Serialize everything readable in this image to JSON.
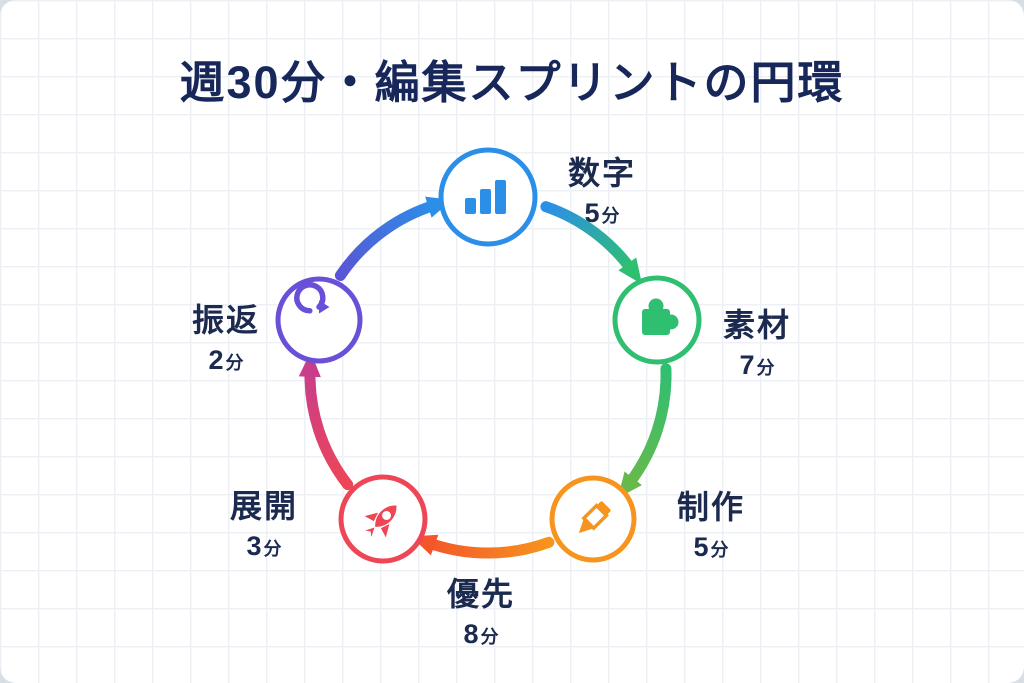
{
  "title": "週30分・編集スプリントの円環",
  "colors": {
    "background_outer": "#d8dee6",
    "card": "#ffffff",
    "grid_line": "#edf1f6",
    "title_text": "#17275a",
    "label_text": "#1b2a4e",
    "blue": "#2b8fe8",
    "green": "#2fbf71",
    "orange": "#f7941d",
    "deep_orange": "#f3562b",
    "red": "#ee4655",
    "magenta": "#c93d8c",
    "purple": "#6a4fd8"
  },
  "chart_data": {
    "type": "cycle-diagram",
    "title": "週30分・編集スプリントの円環",
    "total_minutes": 30,
    "direction": "clockwise",
    "steps": [
      {
        "label": "数字",
        "minutes": "5",
        "unit": "分",
        "icon": "bar-chart-icon",
        "color": "#2b8fe8",
        "position": "top"
      },
      {
        "label": "素材",
        "minutes": "7",
        "unit": "分",
        "icon": "puzzle-icon",
        "color": "#2fbf71",
        "position": "right"
      },
      {
        "label": "制作",
        "minutes": "5",
        "unit": "分",
        "icon": "pencil-icon",
        "color": "#f7941d",
        "position": "bottom-right"
      },
      {
        "label": "優先",
        "minutes": "8",
        "unit": "分",
        "icon": "none",
        "color": "#f3562b",
        "position": "bottom"
      },
      {
        "label": "展開",
        "minutes": "3",
        "unit": "分",
        "icon": "rocket-icon",
        "color": "#ee4655",
        "position": "bottom-left"
      },
      {
        "label": "振返",
        "minutes": "2",
        "unit": "分",
        "icon": "refresh-icon",
        "color": "#6a4fd8",
        "position": "left"
      }
    ]
  }
}
